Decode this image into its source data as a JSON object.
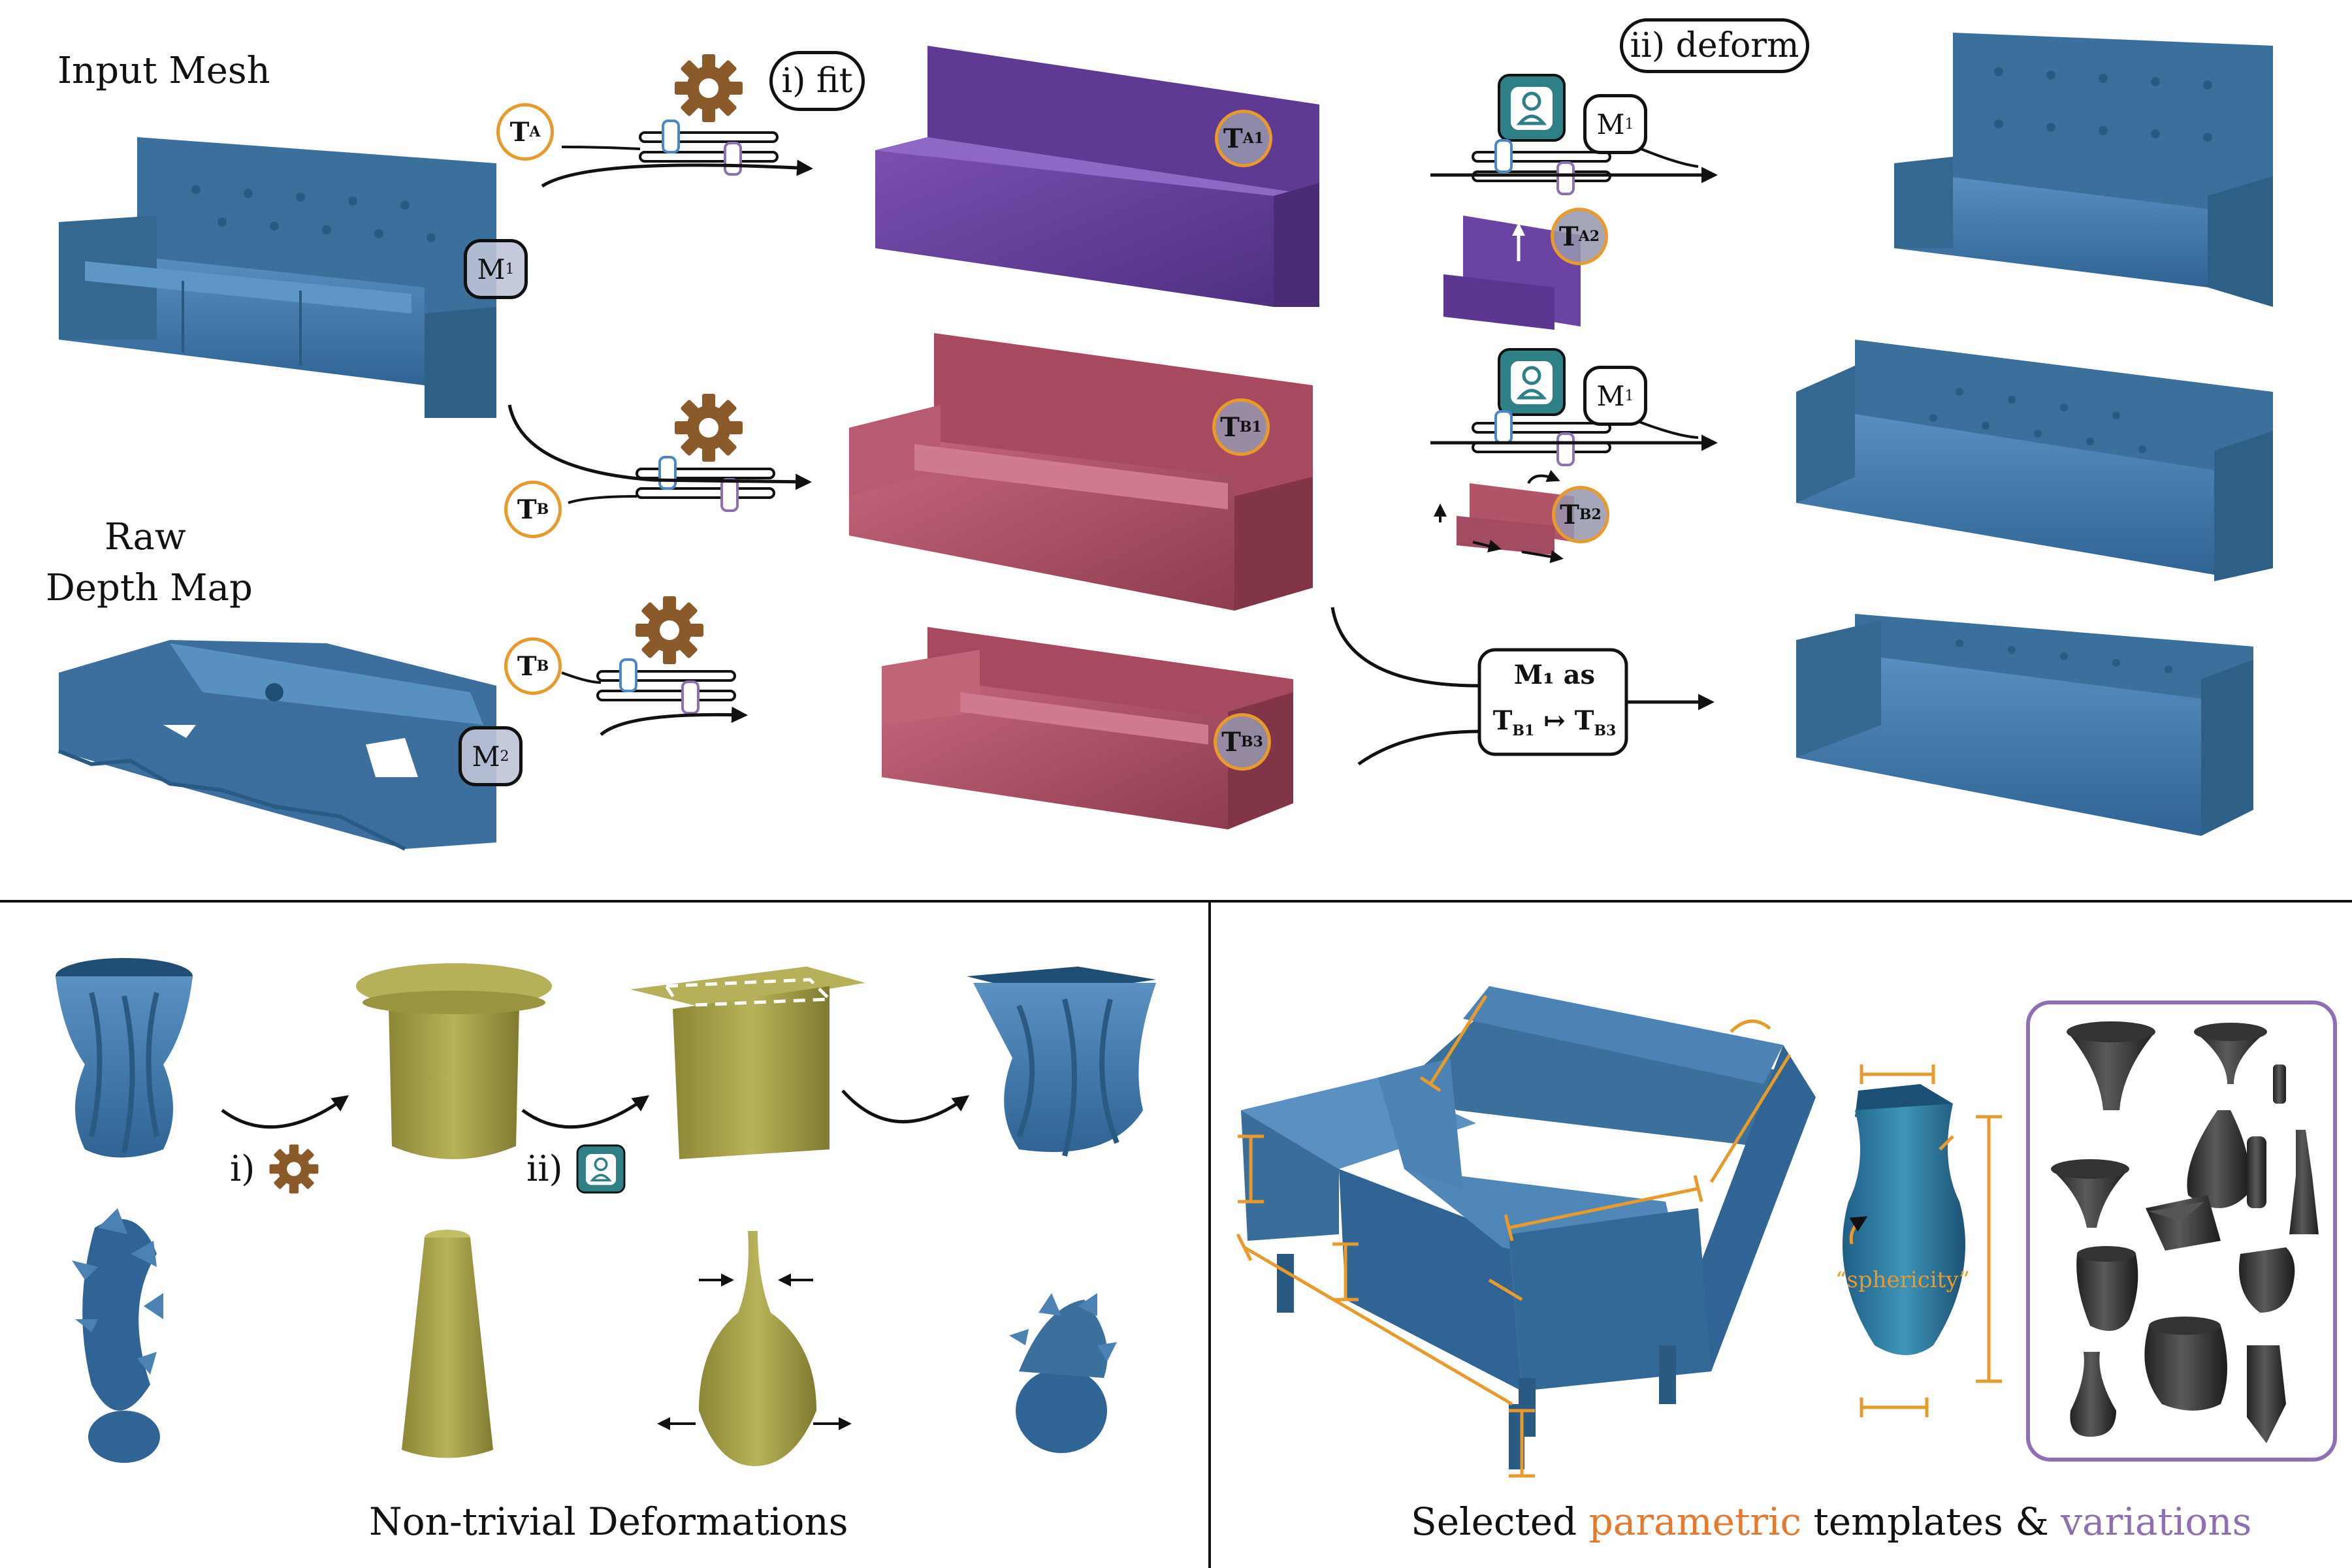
{
  "labels": {
    "input_mesh": "Input Mesh",
    "raw": "Raw",
    "depth_map": "Depth Map",
    "fit": "i) fit",
    "deform": "ii) deform",
    "as_box_line1": "M₁ as",
    "as_box_t_b1": "T",
    "as_box_sub_b1": "B1",
    "as_box_arrow": "↦",
    "as_box_t_b3": "T",
    "as_box_sub_b3": "B3",
    "step_i": "i)",
    "step_ii": "ii)",
    "sphericity": "“sphericity”",
    "caption_left": "Non-trivial Deformations",
    "caption_right_pre": "Selected ",
    "caption_right_param": "parametric",
    "caption_right_mid": " templates & ",
    "caption_right_var": "variations"
  },
  "badges": {
    "ta": "T",
    "ta_sub": "A",
    "tb": "T",
    "tb_sub": "B",
    "tb_2": "T",
    "tb_2_sub": "B",
    "ta1": "T",
    "ta1_sub": "A1",
    "ta2": "T",
    "ta2_sub": "A2",
    "tb1": "T",
    "tb1_sub": "B1",
    "tb2": "T",
    "tb2_sub": "B2",
    "tb3": "T",
    "tb3_sub": "B3"
  },
  "mboxes": {
    "m1_input": "M",
    "m1_input_sub": "1",
    "m2_depth": "M",
    "m2_depth_sub": "2",
    "m1_deform_a": "M",
    "m1_deform_a_sub": "1",
    "m1_deform_b": "M",
    "m1_deform_b_sub": "1"
  },
  "colors": {
    "mesh_blue": "#3f77a8",
    "template_purple": "#6b3f9e",
    "template_pink": "#b25468",
    "template_olive": "#a39d48",
    "accent_orange": "#e89a2c",
    "variations_purple": "#8e6fb3",
    "gear_brown": "#8a5a2b",
    "user_teal": "#2f7f86"
  },
  "icons": [
    "gear-icon",
    "user-icon",
    "slider-icon",
    "arrow-icon"
  ]
}
